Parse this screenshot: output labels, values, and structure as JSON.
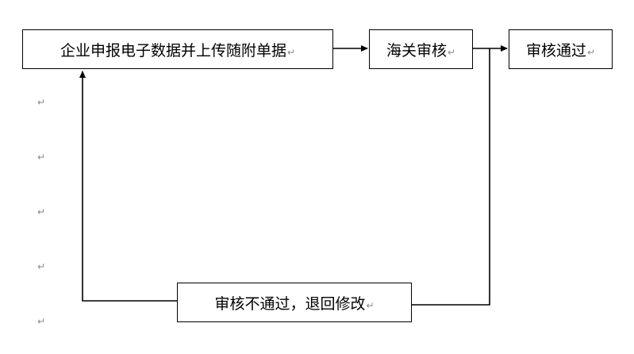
{
  "nodes": {
    "submit": "企业申报电子数据并上传随附单据",
    "review": "海关审核",
    "approved": "审核通过",
    "rejected": "审核不通过，退回修改"
  },
  "paragraph_mark": "↵",
  "colors": {
    "line": "#000000",
    "mark": "#8a8a8a",
    "box_border": "#000000"
  }
}
